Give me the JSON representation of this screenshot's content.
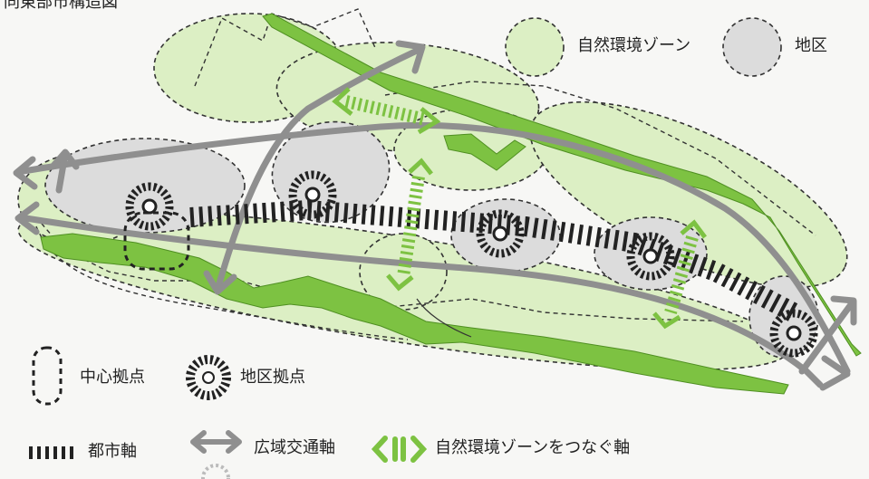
{
  "title_fragment": "同東部市構造図",
  "legend": {
    "natural_zone": "自然環境ゾーン",
    "district_area": "地区",
    "center_base": "中心拠点",
    "district_base": "地区拠点",
    "city_axis": "都市軸",
    "wide_traffic_axis": "広域交通軸",
    "zone_link_axis": "自然環境ゾーンをつなぐ軸"
  },
  "colors": {
    "green_fill": "#dcefc4",
    "green_bright": "#7dc242",
    "gray_fill": "#dcdcdc",
    "gray_arrow": "#8f8f8f",
    "black": "#222222"
  }
}
